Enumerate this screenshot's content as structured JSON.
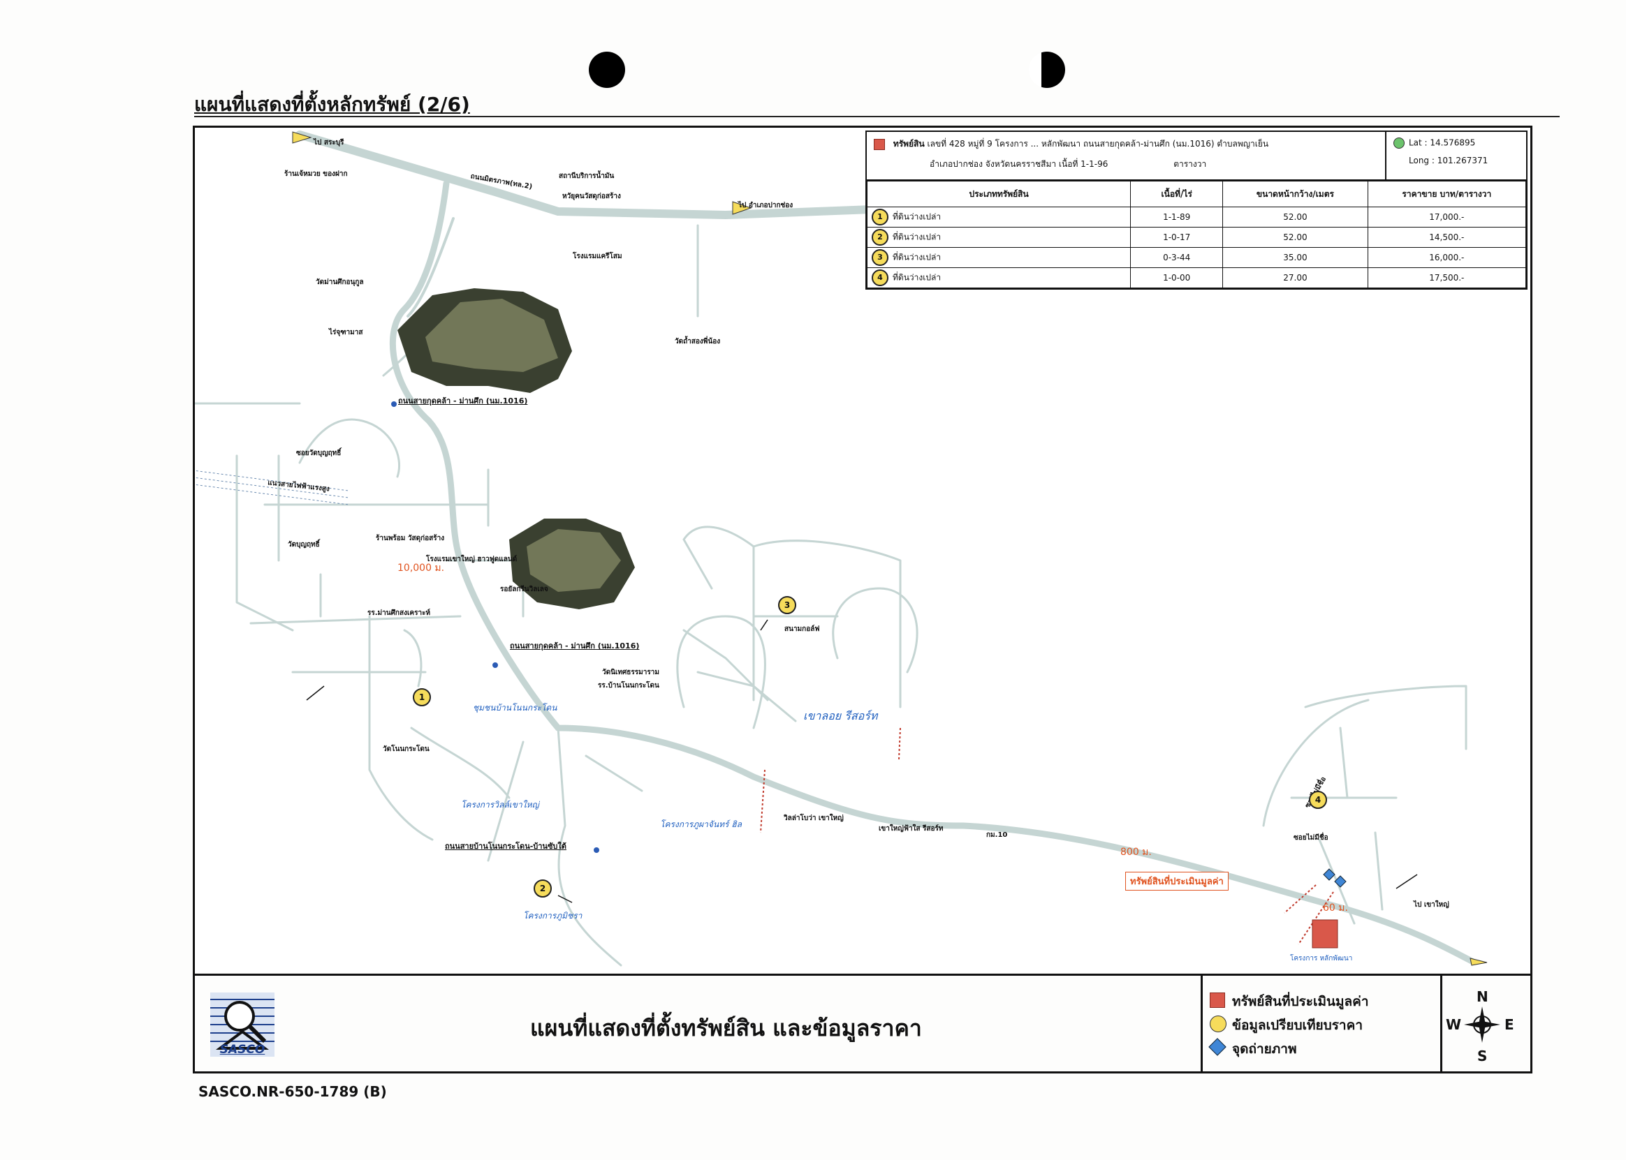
{
  "page": {
    "title": "แผนที่แสดงที่ตั้งหลักทรัพย์ (2/6)",
    "footer_code": "SASCO.NR-650-1789 (B)"
  },
  "info_box": {
    "asset_label": "ทรัพย์สิน",
    "asset_line1": "เลขที่ 428 หมู่ที่ 9 โครงการ ... หลักพัฒนา ถนนสายกุดคล้า-ม่านศึก (นม.1016) ตำบลพญาเย็น",
    "asset_line2": "อำเภอปากช่อง จังหวัดนครราชสีมา เนื้อที่ 1-1-96",
    "asset_unit": "ตารางวา",
    "lat": "Lat : 14.576895",
    "long": "Long : 101.267371",
    "headers": [
      "ประเภททรัพย์สิน",
      "เนื้อที่/ไร่",
      "ขนาดหน้ากว้าง/เมตร",
      "ราคาขาย บาท/ตารางวา"
    ],
    "rows": [
      {
        "no": "1",
        "type": "ที่ดินว่างเปล่า",
        "area": "1-1-89",
        "width": "52.00",
        "price": "17,000.-"
      },
      {
        "no": "2",
        "type": "ที่ดินว่างเปล่า",
        "area": "1-0-17",
        "width": "52.00",
        "price": "14,500.-"
      },
      {
        "no": "3",
        "type": "ที่ดินว่างเปล่า",
        "area": "0-3-44",
        "width": "35.00",
        "price": "16,000.-"
      },
      {
        "no": "4",
        "type": "ที่ดินว่างเปล่า",
        "area": "1-0-00",
        "width": "27.00",
        "price": "17,500.-"
      }
    ]
  },
  "map": {
    "labels": {
      "to_saraburi": "ไป สระบุรี",
      "to_pakchong": "ไป อำเภอปากช่อง",
      "mittraphap": "ถนนมิตรภาพ(ทล.2)",
      "road_1016_a": "ถนนสายกุดคล้า - ม่านศึก (นม.1016)",
      "road_1016_b": "ถนนสายกุดคล้า - ม่านศึก (นม.1016)",
      "road_khok": "ถนนสายบ้านโนนกระโดน-บ้านซับใต้",
      "shop_top": "ร้านเจ้หมวย ของฝาก",
      "gas_station": "สถานีบริการน้ำมัน",
      "hardware": "หวัยุคนวัสดุก่อสร้าง",
      "hotel": "โรงแรมแครีโสม",
      "wat_a": "วัดม่านศึกอนุกูล",
      "farm_a": "ไร่จุฑามาส",
      "wat_b": "วัดถ้ำสองพี่น้อง",
      "soi_a": "ซอยวัดบุญฤทธิ์",
      "transmission": "แนวสายไฟฟ้าแรงสูง",
      "wat_c": "วัดบุญฤทธิ์",
      "shop_mid": "ร้านพร้อม วัสดุก่อสร้าง",
      "hotel_b": "โรงแรมเขาใหญ่ ฮาวฟูดแลนด์",
      "resort_a": "รอยัลกรีนวิลเลจ",
      "community": "ชุมชนบ้านโนนกระโดน",
      "school_a": "รร.ม่านศึกสงเคราะห์",
      "wat_d": "วัดนิเทศธรรมาราม",
      "school_b": "รร.บ้านโนนกระโดน",
      "wat_e": "วัดโนนกระโดน",
      "proj_a": "โครงการวิลล์เขาใหญ่",
      "proj_b": "โครงการภูผาจันทร์ ฮิล",
      "proj_c": "โครงการภูมิชรา",
      "khaoloy": "เขาลอย รีสอร์ท",
      "sanam": "สนามกอล์ฟ",
      "villa": "วิลล่าโบว่า เขาใหญ่",
      "resort_b": "เขาใหญ่ฟ้าใส รีสอร์ท",
      "km": "กม.10",
      "dist_a": "10,000 ม.",
      "dist_b": "800 ม.",
      "dist_c": "60 ม.",
      "subject": "ทรัพย์สินที่ประเมินมูลค่า",
      "project": "โครงการ หลักพัฒนา",
      "to_khaoyai": "ไป เขาใหญ่",
      "soi_b": "ซอยไม่มีชื่อ",
      "soi_c": "ซอยไม่มีชื่อ"
    }
  },
  "bottom": {
    "logo_text": "SASCO",
    "main_title": "แผนที่แสดงที่ตั้งทรัพย์สิน และข้อมูลราคา",
    "legend": [
      {
        "label": "ทรัพย์สินที่ประเมินมูลค่า",
        "color": "#d9584a",
        "shape": "square"
      },
      {
        "label": "ข้อมูลเปรียบเทียบราคา",
        "color": "#f6dc5b",
        "shape": "circle"
      },
      {
        "label": "จุดถ่ายภาพ",
        "color": "#3f86d6",
        "shape": "diamond"
      }
    ],
    "compass": {
      "n": "N",
      "s": "S",
      "e": "E",
      "w": "W"
    }
  }
}
